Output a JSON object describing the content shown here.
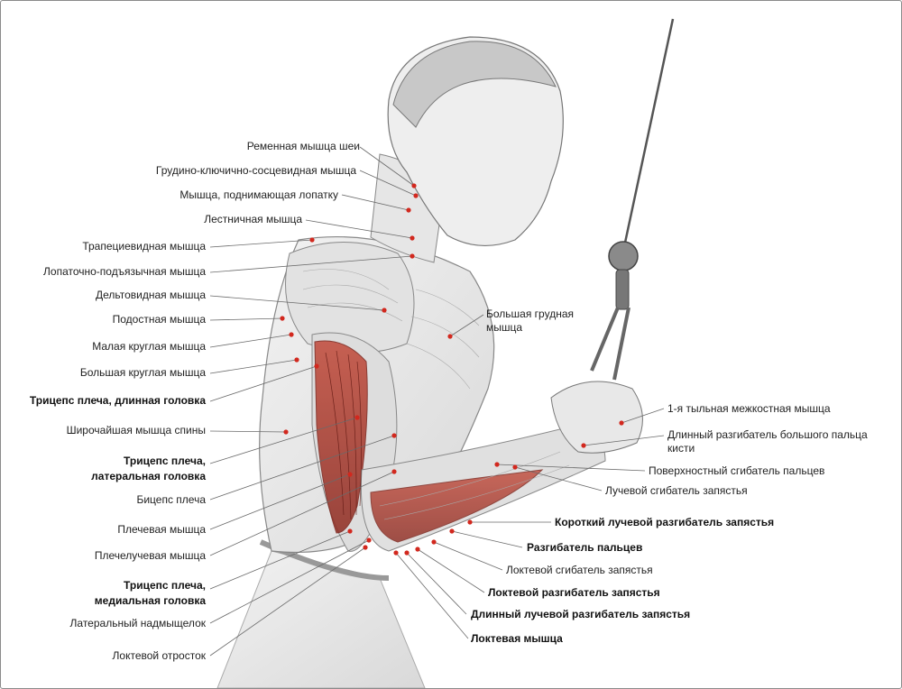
{
  "colors": {
    "leader": "#6a6a6a",
    "pin": "#d2281e",
    "muscle_highlight": "#b8362a",
    "sketch": "#9a9a9a",
    "skin": "#ececec"
  },
  "labels": {
    "splenius": "Ременная мышца шеи",
    "sternocleidomastoid": "Грудино-ключично-сосцевидная мышца",
    "levator_scapulae": "Мышца, поднимающая лопатку",
    "scalene": "Лестничная мышца",
    "trapezius": "Трапециевидная мышца",
    "omohyoid": "Лопаточно-подъязычная мышца",
    "deltoid": "Дельтовидная мышца",
    "infraspinatus": "Подостная мышца",
    "teres_minor": "Малая круглая мышца",
    "teres_major": "Большая круглая мышца",
    "triceps_long": "Трицепс плеча, длинная головка",
    "latissimus": "Широчайшая мышца спины",
    "triceps_lateral_1": "Трицепс плеча,",
    "triceps_lateral_2": "латеральная головка",
    "biceps": "Бицепс плеча",
    "brachialis": "Плечевая мышца",
    "brachioradialis": "Плечелучевая мышца",
    "triceps_medial_1": "Трицепс плеча,",
    "triceps_medial_2": "медиальная головка",
    "lateral_epicondyle": "Латеральный надмыщелок",
    "olecranon": "Локтевой отросток",
    "pectoralis_major": "Большая грудная мышца",
    "first_dorsal_interosseous": "1-я тыльная межкостная мышца",
    "extensor_pollicis_longus": "Длинный разгибатель большого пальца кисти",
    "flexor_digitorum_superficialis": "Поверхностный сгибатель пальцев",
    "flexor_carpi_radialis": "Лучевой сгибатель запястья",
    "extensor_carpi_radialis_brevis": "Короткий лучевой разгибатель запястья",
    "extensor_digitorum": "Разгибатель пальцев",
    "flexor_carpi_ulnaris": "Локтевой сгибатель запястья",
    "extensor_carpi_ulnaris": "Локтевой разгибатель запястья",
    "extensor_carpi_radialis_longus": "Длинный лучевой разгибатель запястья",
    "anconeus": "Локтевая мышца"
  }
}
